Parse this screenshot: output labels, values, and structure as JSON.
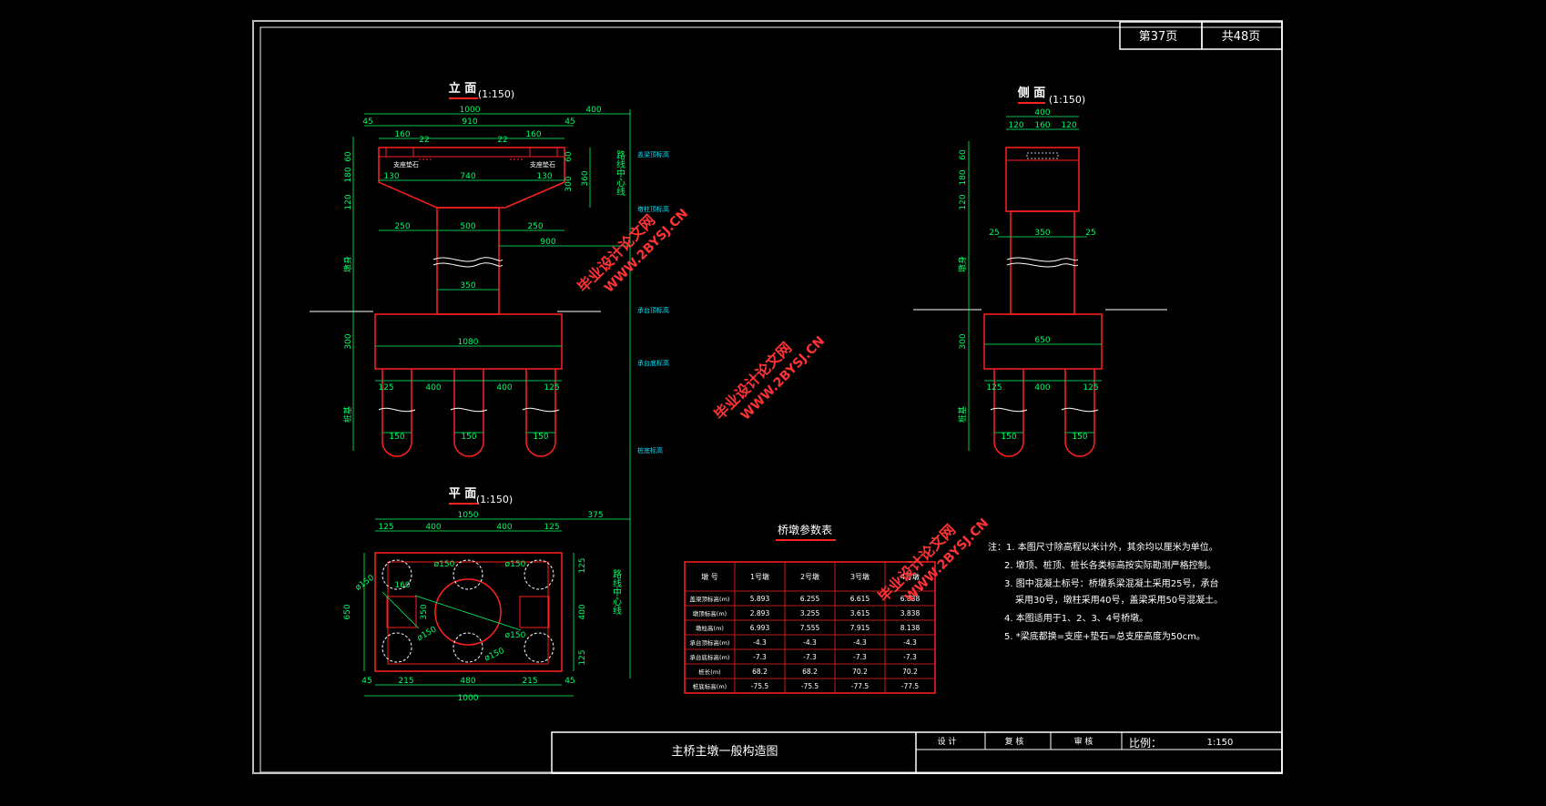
{
  "header": {
    "page_label": "第37页",
    "total_label": "共48页"
  },
  "views": {
    "front_title": "立 面",
    "front_scale": "(1:150)",
    "side_title": "侧 面",
    "side_scale": "(1:150)",
    "plan_title": "平 面",
    "plan_scale": "(1:150)"
  },
  "front_dims": {
    "top_total": "1000",
    "top_right": "400",
    "cap_width": "910",
    "left_edge": "45",
    "right_edge": "45",
    "left_seat": "160",
    "right_seat": "160",
    "gap_left": "22",
    "gap_right": "22",
    "inner": "740",
    "left_130": "130",
    "right_130": "130",
    "cap_h1": "60",
    "cap_h2": "180",
    "cap_h3": "120",
    "right_60": "60",
    "right_300": "300",
    "right_360": "360",
    "left_250": "250",
    "mid_500": "500",
    "right_250": "250",
    "offset_900": "900",
    "col_350": "350",
    "footing_1080": "1080",
    "footing_300": "300",
    "pile_125a": "125",
    "pile_400a": "400",
    "pile_400b": "400",
    "pile_125b": "125",
    "pile_150a": "150",
    "pile_150b": "150",
    "pile_150c": "150",
    "bearing_left": "支座垫石",
    "bearing_right": "支座垫石",
    "label_column": "墩身",
    "label_pile": "桩基"
  },
  "centerline": {
    "text": "路线中心线",
    "levels": [
      "盖梁顶标高",
      "墩柱顶标高",
      "承台顶标高",
      "承台底标高",
      "桩底标高"
    ]
  },
  "side_dims": {
    "top": "400",
    "s120a": "120",
    "s160": "160",
    "s120b": "120",
    "s25a": "25",
    "s350": "350",
    "s25b": "25",
    "footing": "650",
    "h60": "60",
    "h180": "180",
    "h120": "120",
    "h300": "300",
    "p125a": "125",
    "p400": "400",
    "p125b": "125",
    "p150a": "150",
    "p150b": "150",
    "label_column": "墩身",
    "label_pile": "桩基"
  },
  "plan_dims": {
    "total": "1050",
    "right": "375",
    "p125a": "125",
    "p400a": "400",
    "p400b": "400",
    "p125b": "125",
    "d1": "ø150",
    "d2": "ø150",
    "d3": "ø150",
    "d4": "ø150",
    "d5": "ø150",
    "d6": "ø150",
    "s160": "160",
    "s350": "350",
    "h650": "650",
    "r125a": "125",
    "r400": "400",
    "r125b": "125",
    "b45a": "45",
    "b215a": "215",
    "b480": "480",
    "b215b": "215",
    "b45b": "45",
    "b1000": "1000",
    "centerline": "路线中心线"
  },
  "table": {
    "title": "桥墩参数表",
    "headers": [
      "墩  号",
      "1号墩",
      "2号墩",
      "3号墩",
      "4号墩"
    ],
    "rows": [
      [
        "盖梁顶标高(m)",
        "5.893",
        "6.255",
        "6.615",
        "6.838"
      ],
      [
        "墩顶标高(m)",
        "2.893",
        "3.255",
        "3.615",
        "3.838"
      ],
      [
        "墩柱高(m)",
        "6.993",
        "7.555",
        "7.915",
        "8.138"
      ],
      [
        "承台顶标高(m)",
        "-4.3",
        "-4.3",
        "-4.3",
        "-4.3"
      ],
      [
        "承台底标高(m)",
        "-7.3",
        "-7.3",
        "-7.3",
        "-7.3"
      ],
      [
        "桩长(m)",
        "68.2",
        "68.2",
        "70.2",
        "70.2"
      ],
      [
        "桩底标高(m)",
        "-75.5",
        "-75.5",
        "-77.5",
        "-77.5"
      ]
    ]
  },
  "notes": [
    "注：1. 本图尺寸除高程以米计外，其余均以厘米为单位。",
    "2. 墩顶、桩顶、桩长各类标高按实际勘测严格控制。",
    "3. 图中混凝土标号：桥墩系梁混凝土采用25号，承台",
    "采用30号，墩柱采用40号，盖梁采用50号混凝土。",
    "4. 本图适用于1、2、3、4号桥墩。",
    "5. *梁底都换=支座+垫石=总支座高度为50cm。"
  ],
  "title_block": {
    "drawing_title": "主桥主墩一般构造图",
    "design": "设  计",
    "review": "复  核",
    "approve": "审  核",
    "scale_label": "比例：",
    "scale_value": "1:150"
  },
  "watermark": {
    "cn": "毕业设计论文网",
    "url": "WWW.2BYSJ.CN"
  },
  "colors": {
    "background": "#000000",
    "frame": "#ffffff",
    "structure": "#ff2020",
    "dimension": "#00ff66",
    "text_cyan": "#00e5ff",
    "watermark": "#ff3333"
  }
}
